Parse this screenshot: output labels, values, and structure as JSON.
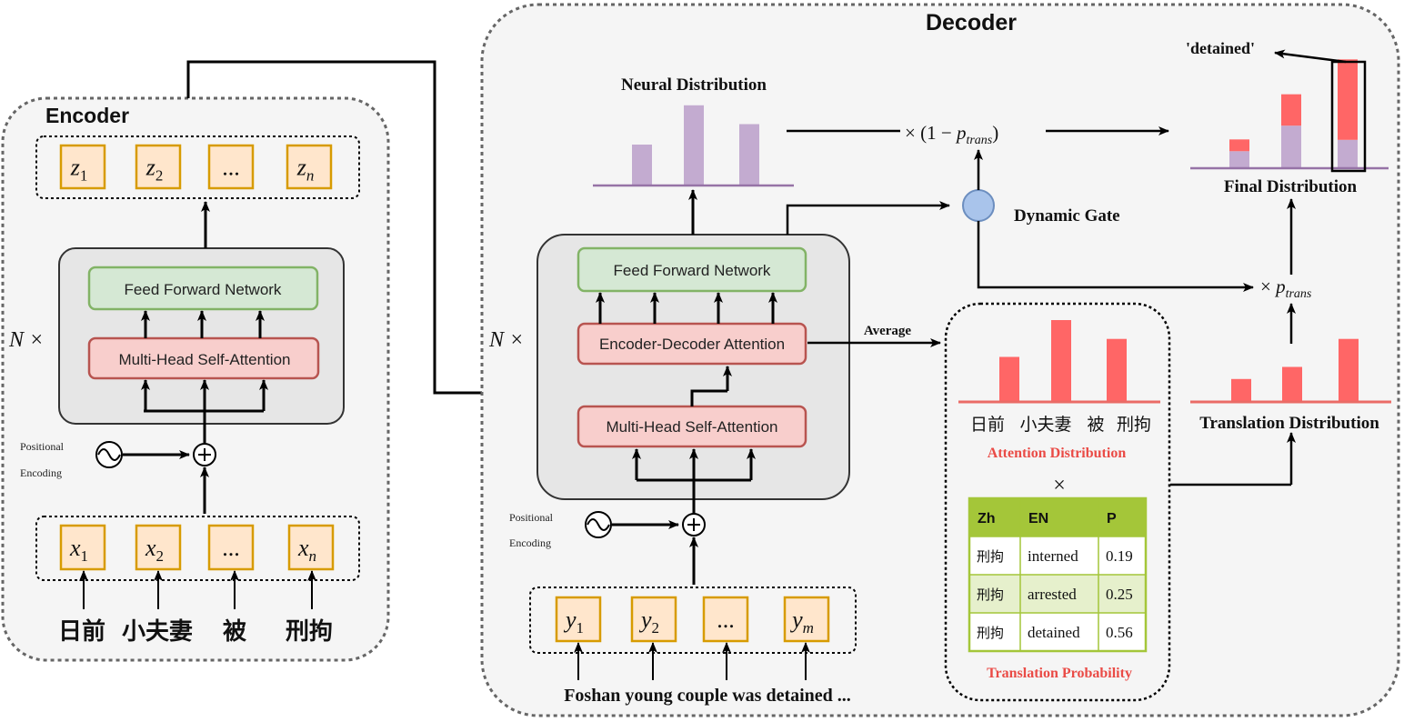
{
  "encoder": {
    "title": "Encoder",
    "repeat": "N ×",
    "outputs": [
      {
        "sym": "z",
        "sub": "1"
      },
      {
        "sym": "z",
        "sub": "2"
      },
      {
        "sym": "...",
        "sub": ""
      },
      {
        "sym": "z",
        "sub": "n"
      }
    ],
    "ffn": "Feed Forward Network",
    "attn": "Multi-Head Self-Attention",
    "pos_line1": "Positional",
    "pos_line2": "Encoding",
    "inputs": [
      {
        "sym": "x",
        "sub": "1"
      },
      {
        "sym": "x",
        "sub": "2"
      },
      {
        "sym": "...",
        "sub": ""
      },
      {
        "sym": "x",
        "sub": "n"
      }
    ],
    "words": [
      "日前",
      "小夫妻",
      "被",
      "刑拘"
    ]
  },
  "decoder": {
    "title": "Decoder",
    "repeat": "N ×",
    "ffn": "Feed Forward Network",
    "cross_attn": "Encoder-Decoder Attention",
    "self_attn": "Multi-Head Self-Attention",
    "pos_line1": "Positional",
    "pos_line2": "Encoding",
    "inputs": [
      {
        "sym": "y",
        "sub": "1"
      },
      {
        "sym": "y",
        "sub": "2"
      },
      {
        "sym": "...",
        "sub": ""
      },
      {
        "sym": "y",
        "sub": "m"
      }
    ],
    "sentence": "Foshan young couple was detained ...",
    "average": "Average",
    "neural_dist": "Neural Distribution",
    "neural_values": [
      0.5,
      0.98,
      0.75
    ],
    "gate_label": "Dynamic Gate",
    "mult_minus_prefix": "× (1 − ",
    "mult_minus_p": "p",
    "mult_minus_sub": "trans",
    "mult_minus_suffix": ")",
    "mult_prefix": "× ",
    "mult_p": "p",
    "mult_sub": "trans",
    "final_dist": "Final Distribution",
    "final_values": [
      {
        "neural": 0.3,
        "trans": 0.12
      },
      {
        "neural": 0.75,
        "trans": 0.32
      },
      {
        "neural": 0.5,
        "trans": 0.82
      }
    ],
    "output_word": "'detained'",
    "attn_dist": "Attention Distribution",
    "attn_values": [
      0.55,
      1.0,
      0.77
    ],
    "attn_words": [
      "日前",
      "小夫妻",
      "被",
      "刑拘"
    ],
    "times": "×",
    "trans_dist": "Translation Distribution",
    "trans_values": [
      0.36,
      0.55,
      0.99
    ],
    "table": {
      "headers": [
        "Zh",
        "EN",
        "P"
      ],
      "rows": [
        [
          "刑拘",
          "interned",
          "0.19"
        ],
        [
          "刑拘",
          "arrested",
          "0.25"
        ],
        [
          "刑拘",
          "detained",
          "0.56"
        ]
      ]
    },
    "trans_prob": "Translation Probability"
  },
  "colors": {
    "token_fill": "#FFE6CC",
    "token_border": "#D79B00",
    "ffn_fill": "#D5E8D4",
    "ffn_border": "#82B366",
    "attn_fill": "#F8CECC",
    "attn_border": "#B85450",
    "purple": "#C3ABD0",
    "red": "#FF6666",
    "gate": "#A9C4EB",
    "table_header": "#A4C639",
    "table_alt": "#E6F0CC"
  }
}
